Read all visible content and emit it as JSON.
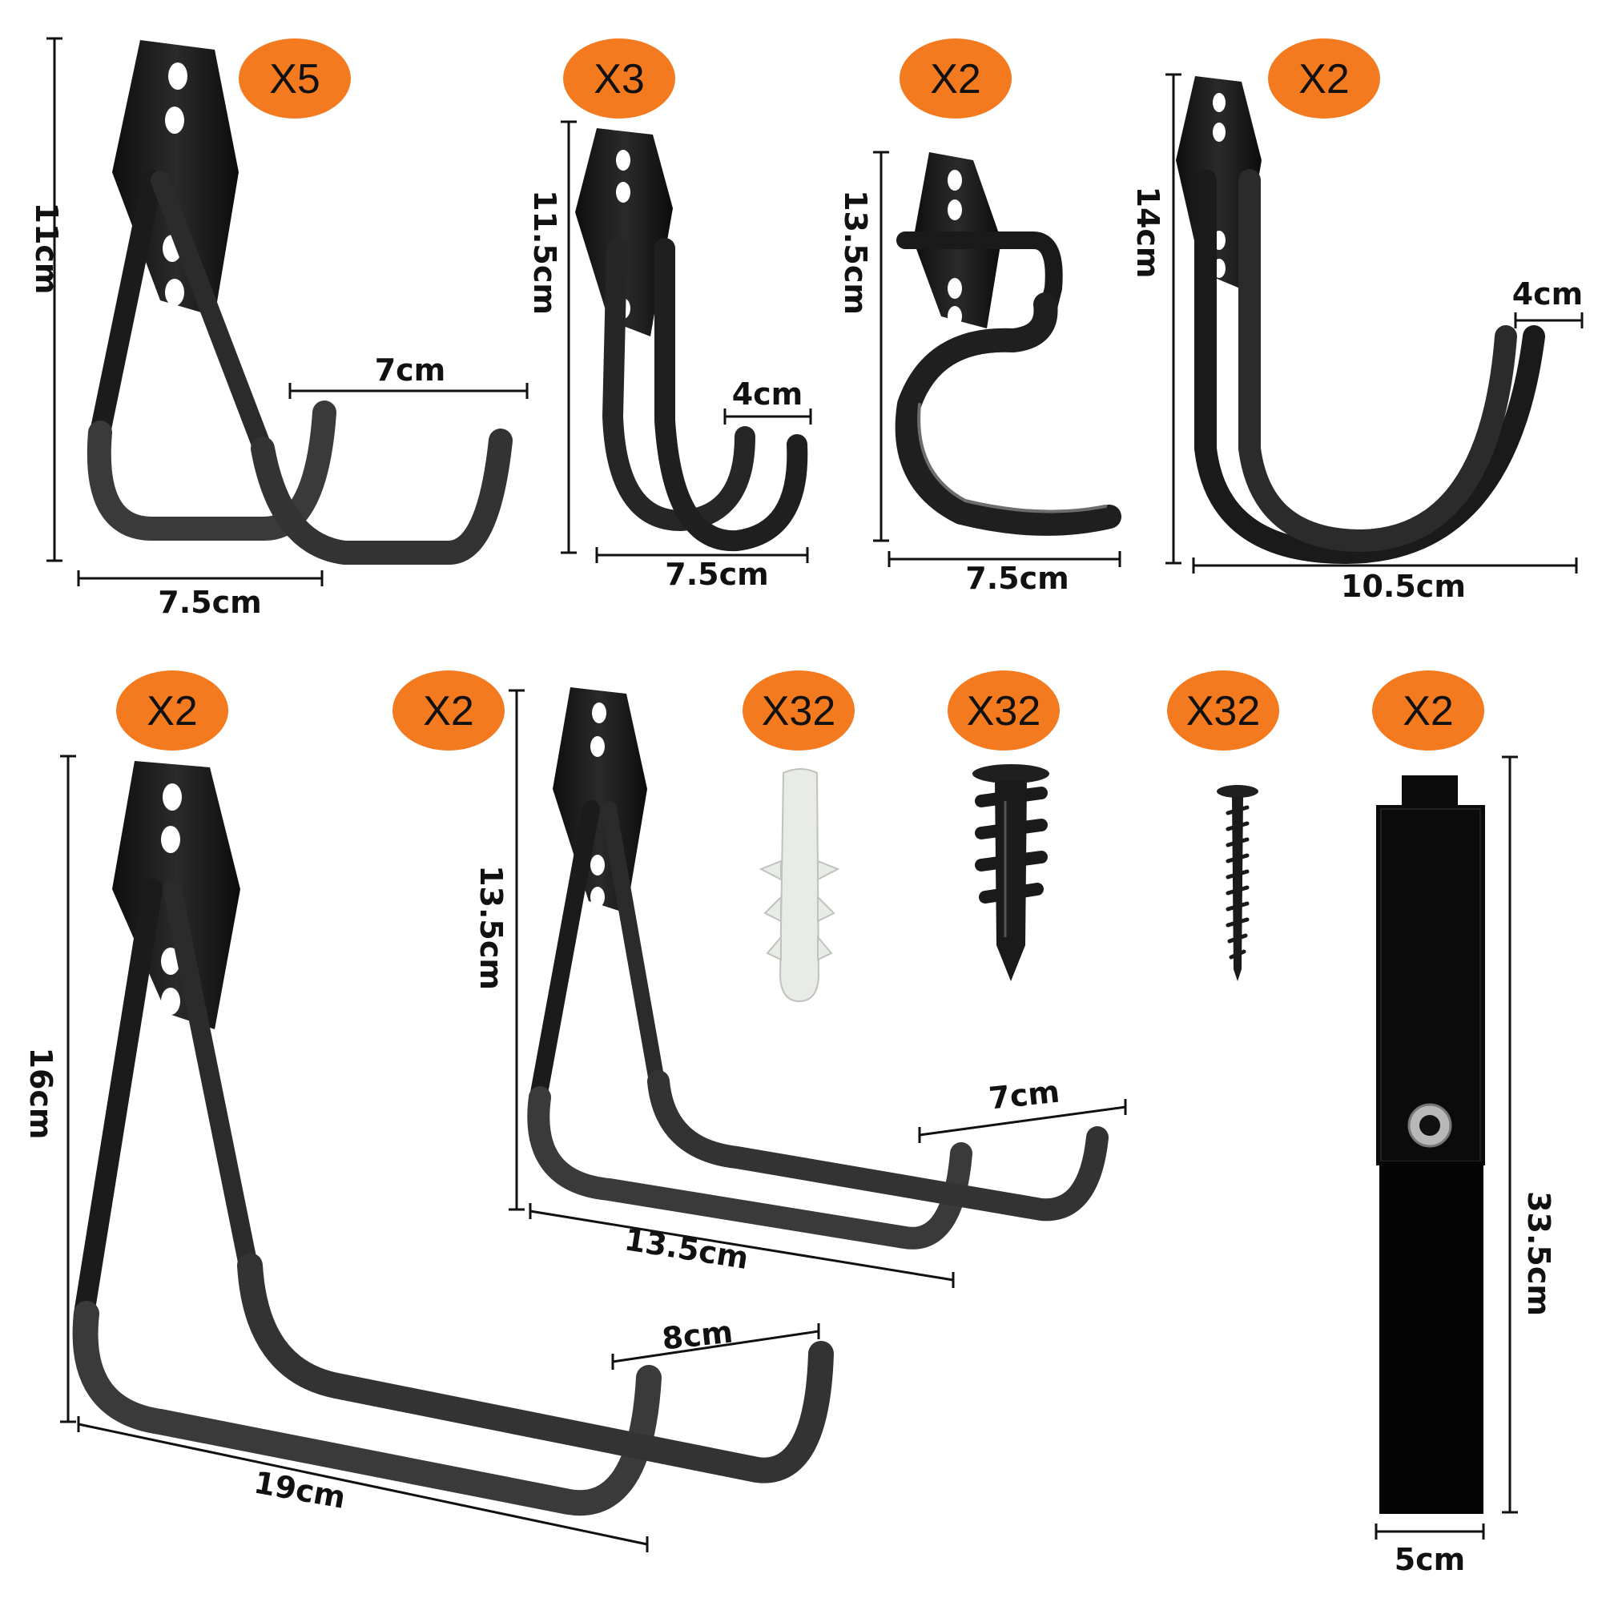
{
  "colors": {
    "badge": "#f47a1f",
    "hook_dark": "#1b1b1b",
    "hook_grey": "#3a3a3a",
    "hook_highlight": "#6d6d6d",
    "anchor": "#e8ebe6",
    "strap": "#0b0b0b",
    "eyelet": "#b8b8b8"
  },
  "items": [
    {
      "quantity": "X5",
      "height": "11cm",
      "width": "7.5cm",
      "depth": "7cm"
    },
    {
      "quantity": "X3",
      "height": "11.5cm",
      "width": "7.5cm",
      "depth": "4cm"
    },
    {
      "quantity": "X2",
      "height": "13.5cm",
      "width": "7.5cm"
    },
    {
      "quantity": "X2",
      "height": "14cm",
      "width": "10.5cm",
      "depth": "4cm"
    },
    {
      "quantity": "X2",
      "height": "16cm",
      "width": "19cm",
      "depth": "8cm"
    },
    {
      "quantity": "X2",
      "height": "13.5cm",
      "width": "13.5cm",
      "depth": "7cm"
    },
    {
      "quantity": "X32",
      "name_icon": "wall-anchor-icon"
    },
    {
      "quantity": "X32",
      "name_icon": "drywall-anchor-icon"
    },
    {
      "quantity": "X32",
      "name_icon": "screw-icon"
    },
    {
      "quantity": "X2",
      "height": "33.5cm",
      "width": "5cm"
    }
  ]
}
